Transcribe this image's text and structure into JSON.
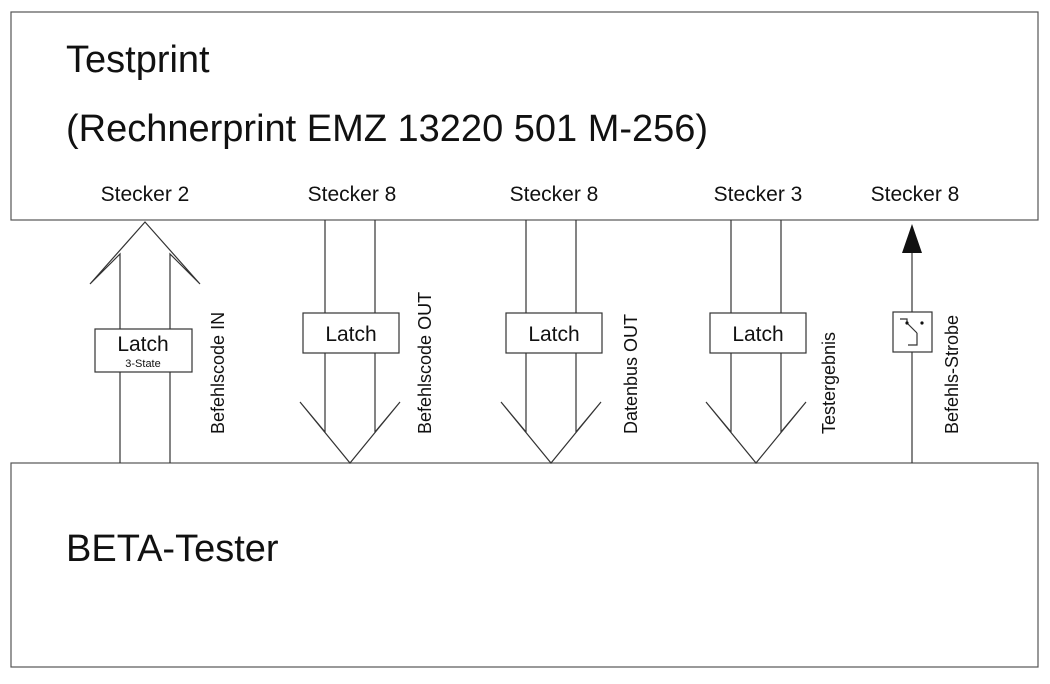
{
  "top_box": {
    "title": "Testprint",
    "subtitle": "(Rechnerprint EMZ 13220 501 M-256)"
  },
  "bottom_box": {
    "title": "BETA-Tester"
  },
  "connections": [
    {
      "connector": "Stecker 2",
      "signal": "Befehlscode IN",
      "direction": "up",
      "latch": "Latch",
      "latch_sub": "3-State"
    },
    {
      "connector": "Stecker 8",
      "signal": "Befehlscode OUT",
      "direction": "down",
      "latch": "Latch"
    },
    {
      "connector": "Stecker 8",
      "signal": "Datenbus OUT",
      "direction": "down",
      "latch": "Latch"
    },
    {
      "connector": "Stecker 3",
      "signal": "Testergebnis",
      "direction": "down",
      "latch": "Latch"
    },
    {
      "connector": "Stecker 8",
      "signal": "Befehls-Strobe",
      "direction": "up",
      "latch": "",
      "switch_icon": "switch-icon"
    }
  ]
}
